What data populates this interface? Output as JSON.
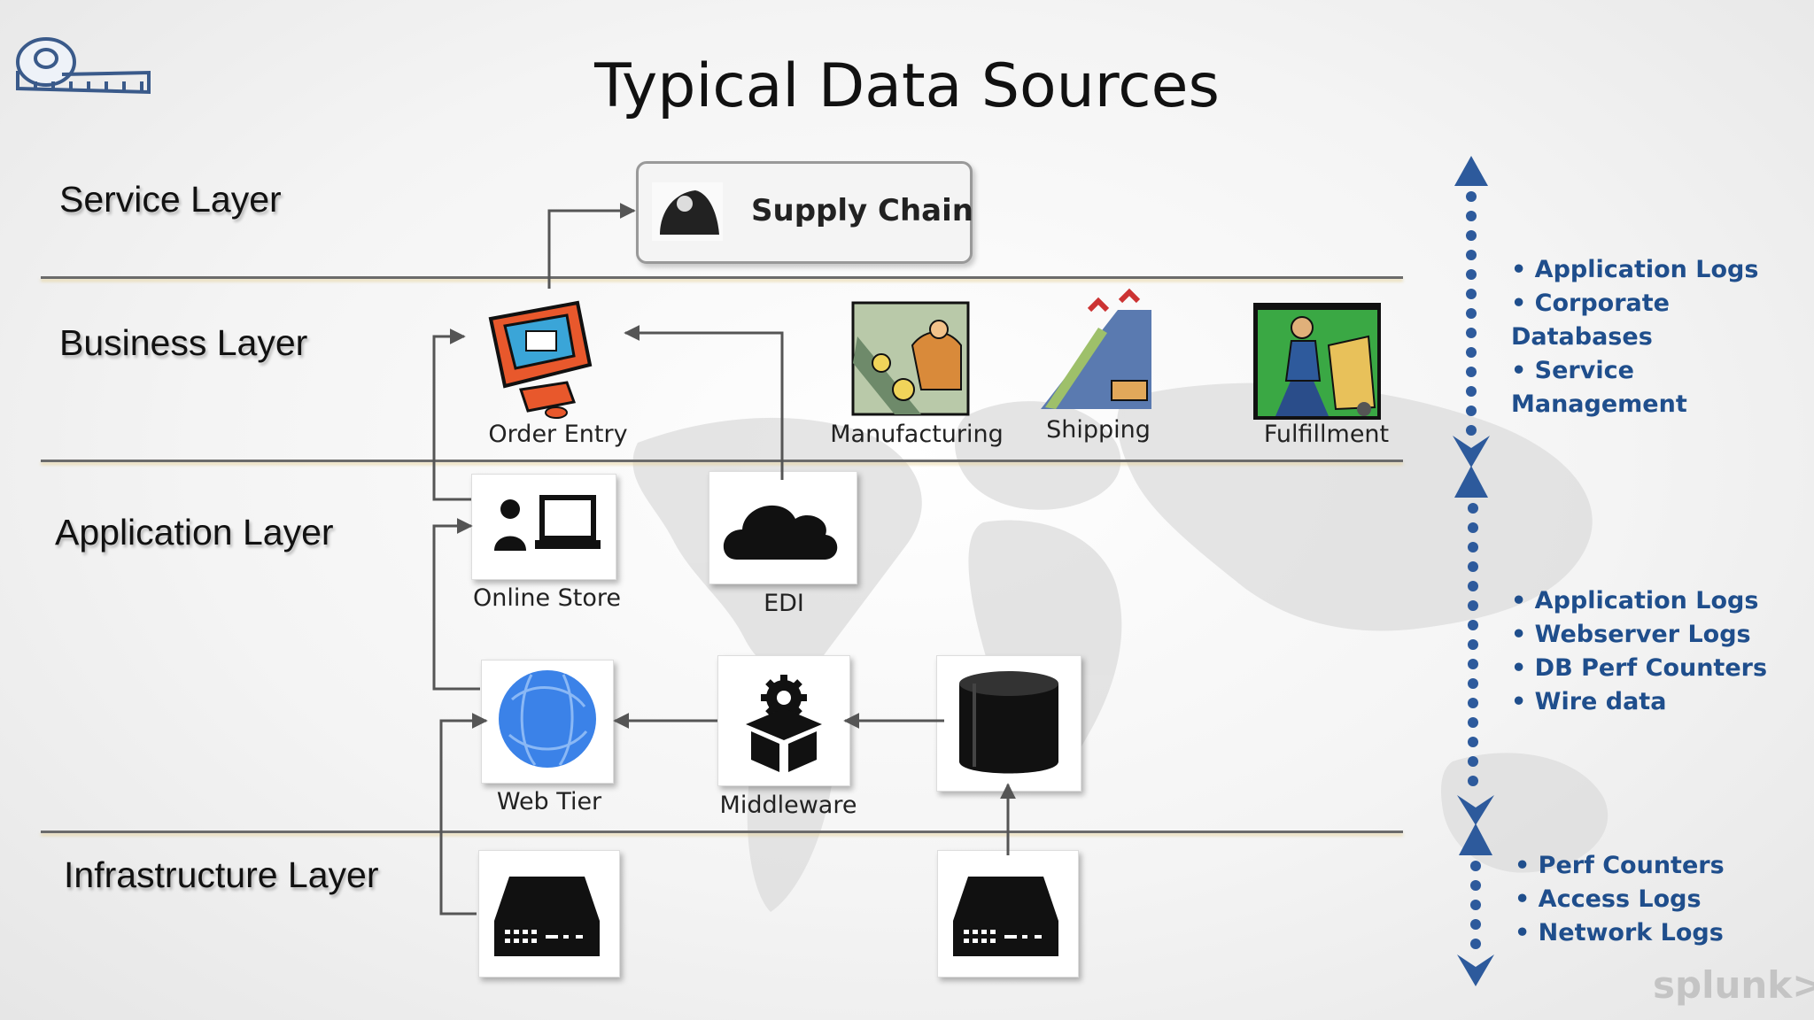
{
  "title": "Typical Data Sources",
  "layers": {
    "service": "Service Layer",
    "business": "Business Layer",
    "application": "Application Layer",
    "infrastructure": "Infrastructure Layer"
  },
  "nodes": {
    "supply_chain": "Supply Chain",
    "order_entry": "Order Entry",
    "manufacturing": "Manufacturing",
    "shipping": "Shipping",
    "fulfillment": "Fulfillment",
    "online_store": "Online Store",
    "edi": "EDI",
    "web_tier": "Web Tier",
    "middleware": "Middleware"
  },
  "data_sources": {
    "business": [
      "Application Logs",
      "Corporate Databases",
      "Service Management"
    ],
    "application": [
      "Application Logs",
      "Webserver Logs",
      "DB Perf Counters",
      "Wire data"
    ],
    "infrastructure": [
      "Perf Counters",
      "Access Logs",
      "Network Logs"
    ]
  },
  "logo": "splunk>",
  "colors": {
    "accent": "#1f4e8c",
    "line": "#6b6b6b",
    "arrow": "#555555"
  }
}
